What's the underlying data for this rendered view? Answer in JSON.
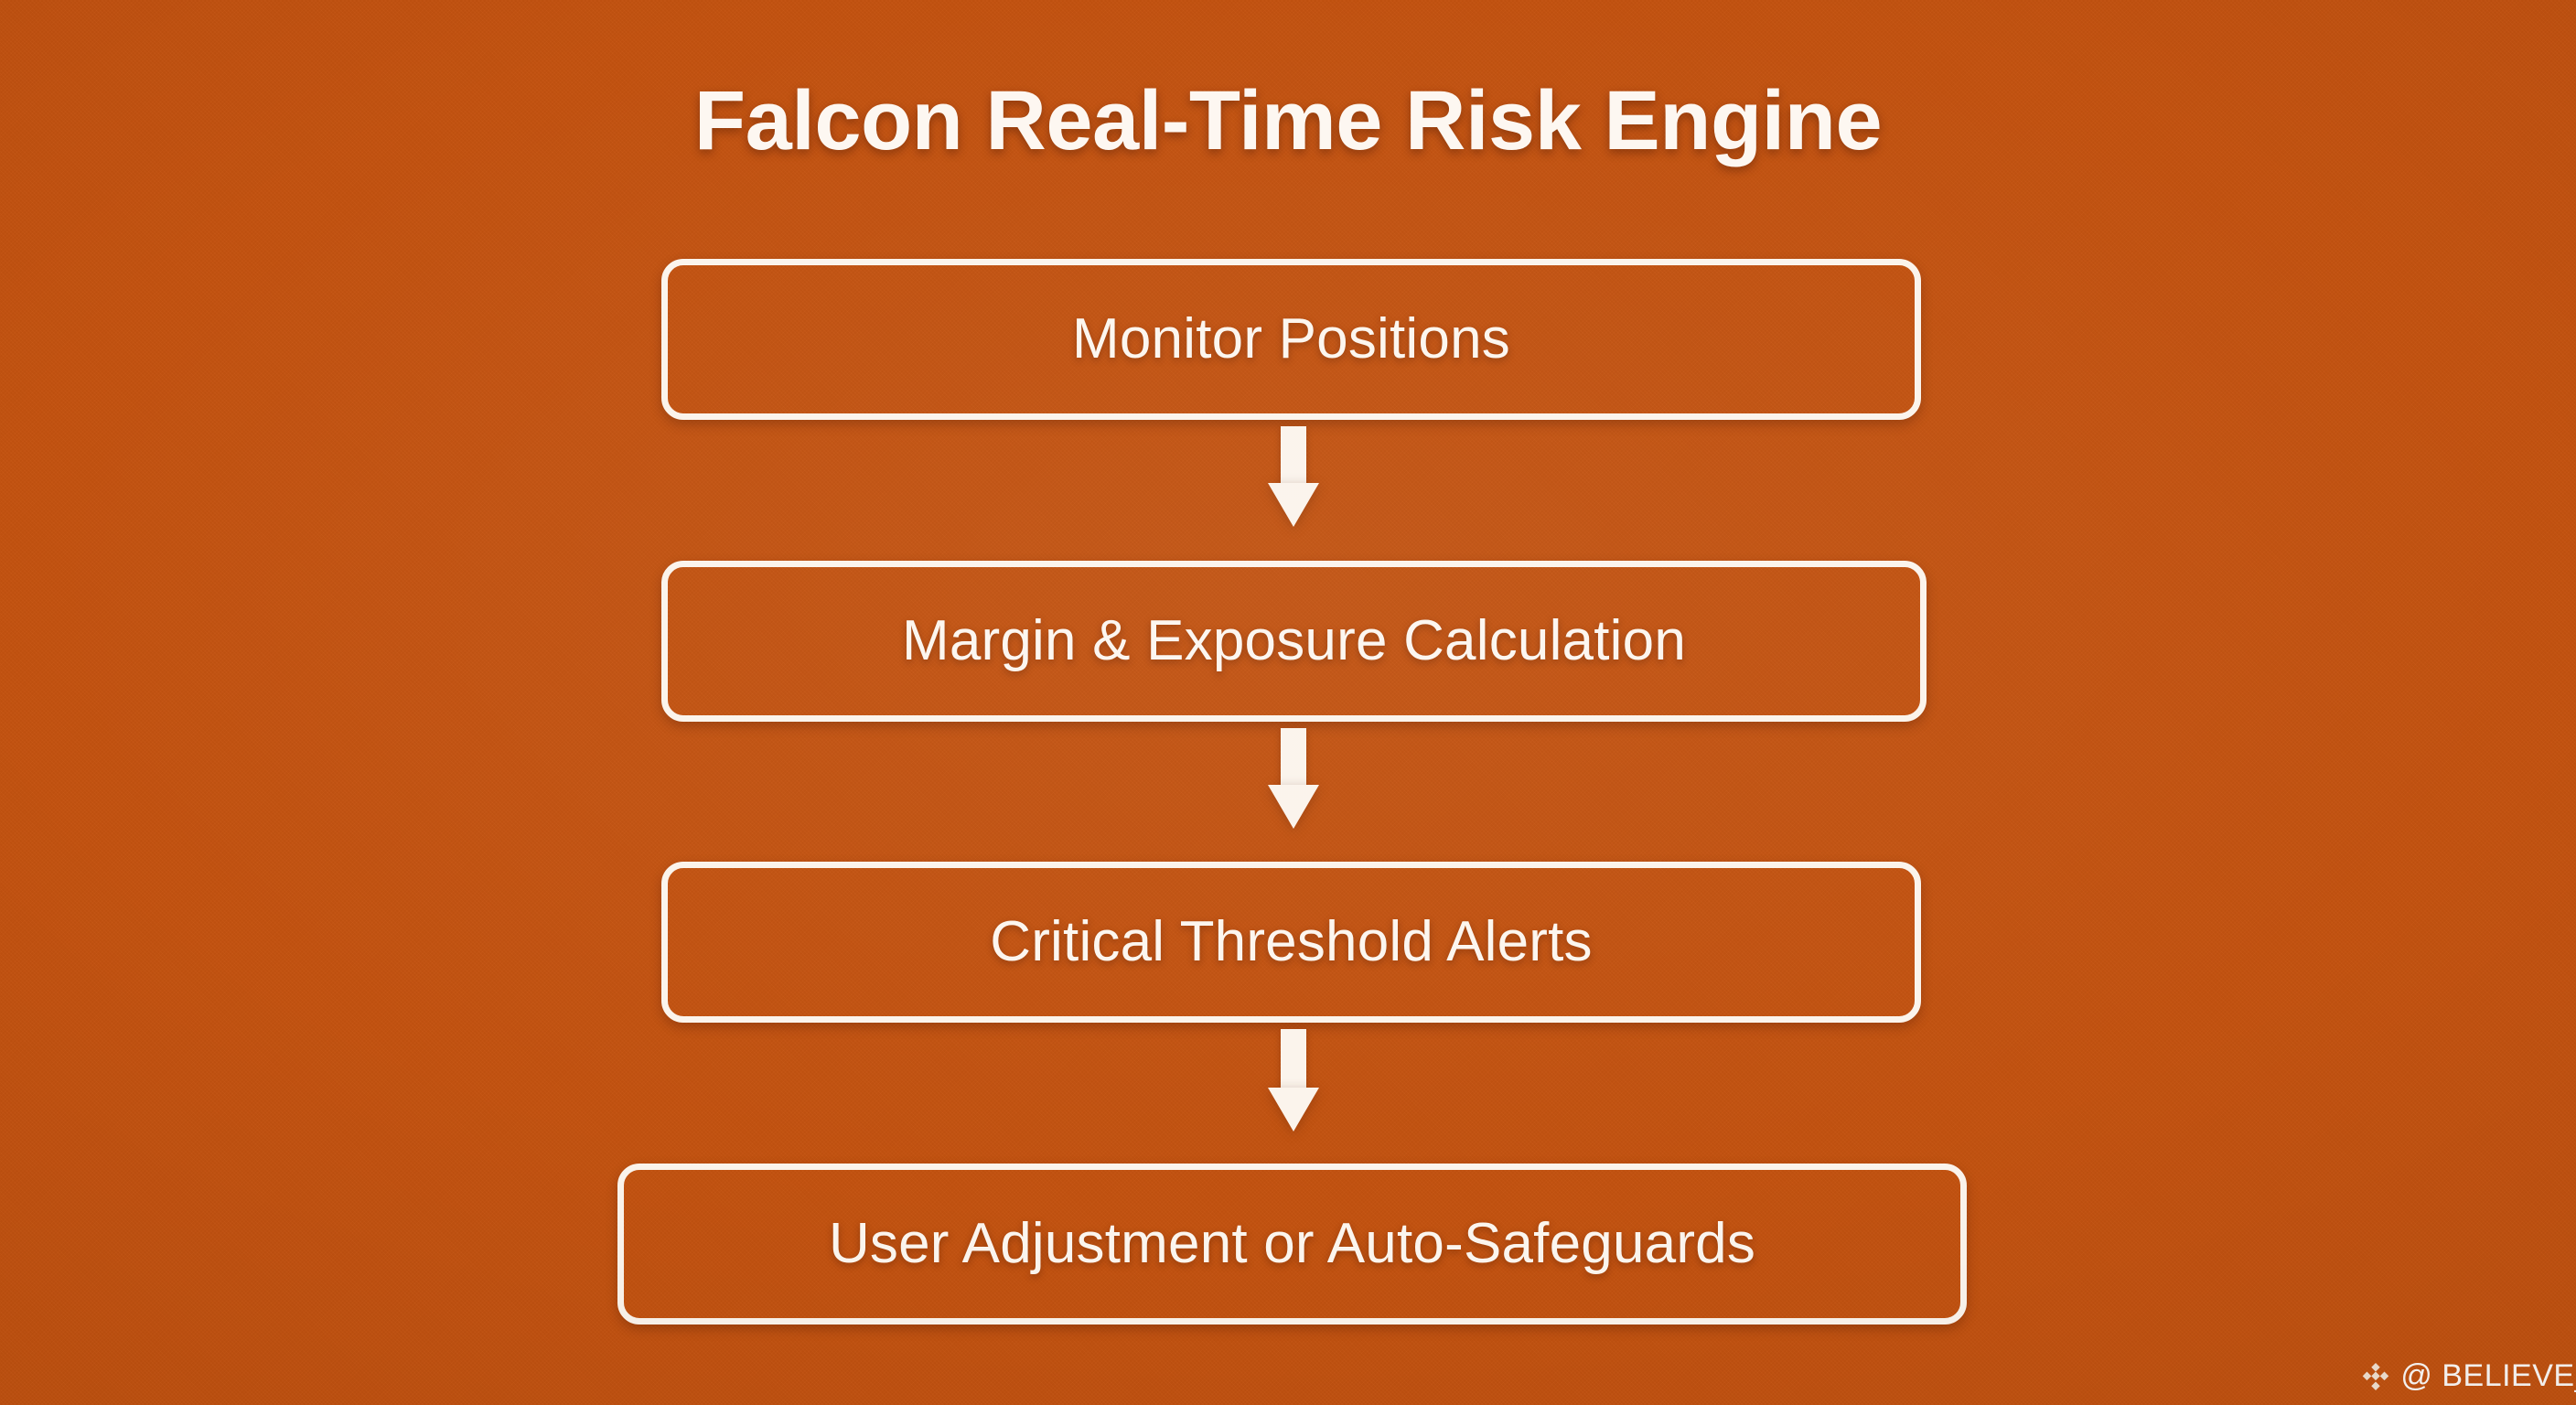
{
  "slide": {
    "title": "Falcon Real-Time Risk Engine",
    "background_color": "#C4520F",
    "foreground_color": "#FBF4EC"
  },
  "flow": {
    "nodes": [
      {
        "label": "Monitor Positions"
      },
      {
        "label": "Margin & Exposure Calculation"
      },
      {
        "label": "Critical Threshold Alerts"
      },
      {
        "label": "User Adjustment or Auto-Safeguards"
      }
    ],
    "connectors": [
      {
        "icon": "arrow-down-icon"
      },
      {
        "icon": "arrow-down-icon"
      },
      {
        "icon": "arrow-down-icon"
      }
    ]
  },
  "watermark": {
    "logo_icon": "binance-diamond-icon",
    "text": "@ BELIEVE_"
  }
}
